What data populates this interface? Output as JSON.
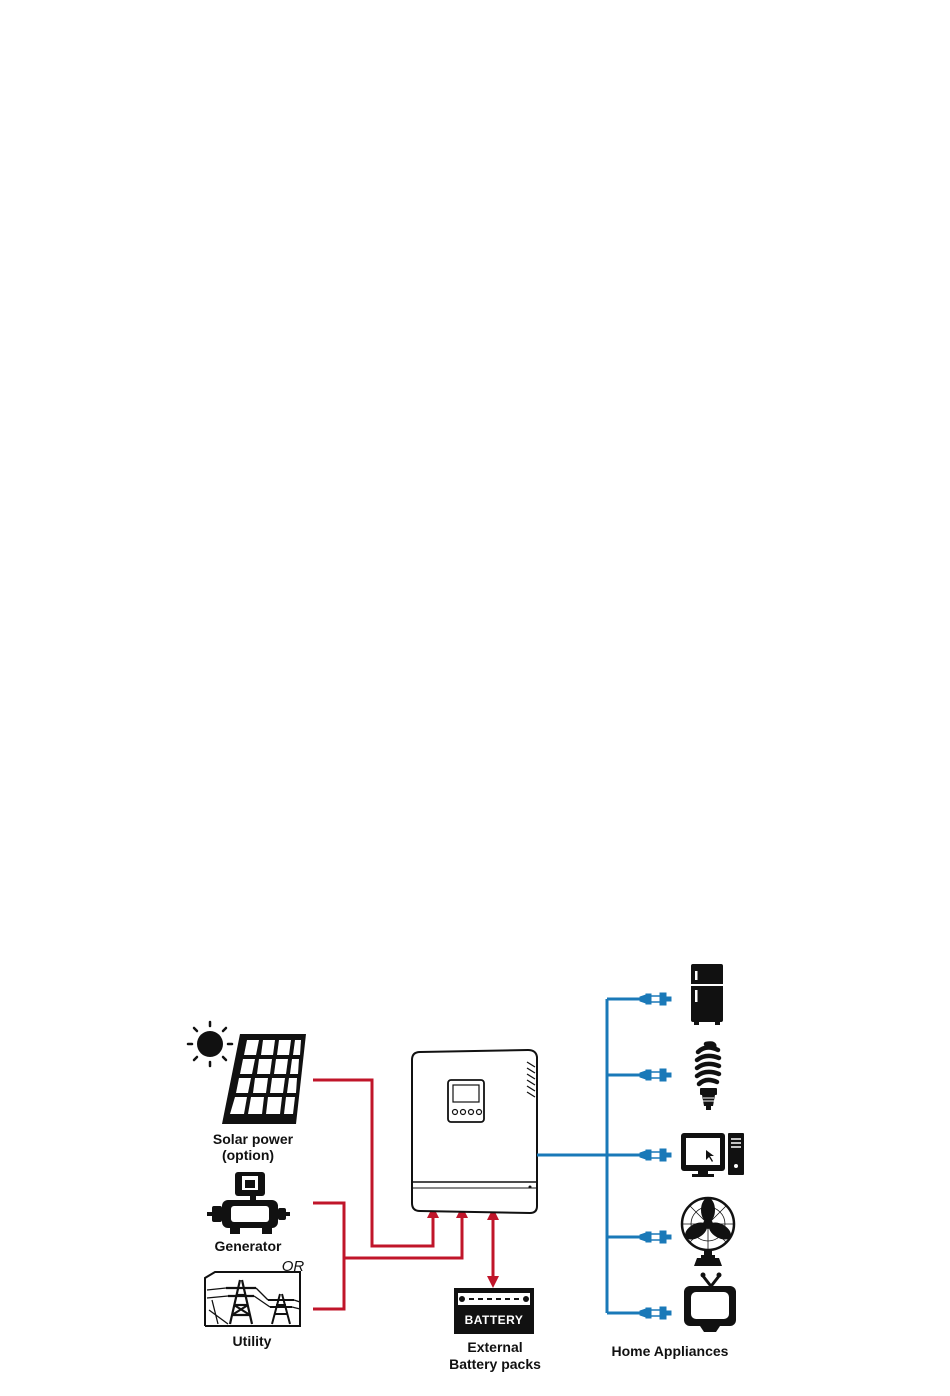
{
  "labels": {
    "solar_line1": "Solar power",
    "solar_line2": "(option)",
    "generator": "Generator",
    "or": "OR",
    "utility": "Utility",
    "battery_text": "BATTERY",
    "battery_line1": "External",
    "battery_line2": "Battery packs",
    "appliances": "Home Appliances"
  },
  "colors": {
    "input_wire": "#c0152a",
    "output_wire": "#1a79b8",
    "icon": "#111111"
  },
  "icons": [
    "sun-icon",
    "solar-panel-icon",
    "generator-icon",
    "utility-tower-icon",
    "inverter-unit",
    "battery-icon",
    "refrigerator-icon",
    "cfl-bulb-icon",
    "computer-icon",
    "fan-icon",
    "tv-icon",
    "plug-icon"
  ]
}
